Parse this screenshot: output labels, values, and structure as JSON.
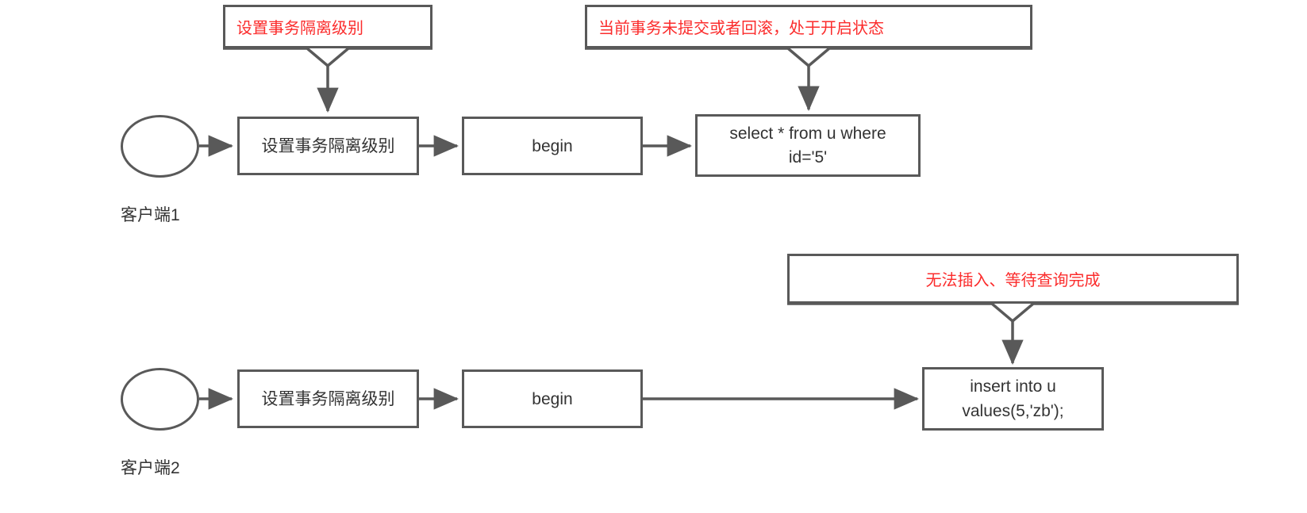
{
  "diagram": {
    "title": "MySQL transaction isolation demo flow",
    "colors": {
      "stroke": "#595959",
      "text": "#333333",
      "callout_text": "#fb2c2c",
      "background": "#ffffff"
    },
    "callouts": [
      {
        "id": "callout-set-isolation",
        "text": "设置事务隔离级别",
        "align": "left"
      },
      {
        "id": "callout-transaction-open",
        "text": "当前事务未提交或者回滚，处于开启状态",
        "align": "left"
      },
      {
        "id": "callout-insert-blocked",
        "text": "无法插入、等待查询完成",
        "align": "center"
      }
    ],
    "lanes": [
      {
        "id": "lane-client1",
        "client_label": "客户端1",
        "start_node": "circle",
        "nodes": [
          {
            "id": "node-c1-set-isolation",
            "lines": [
              "设置事务隔离级别"
            ]
          },
          {
            "id": "node-c1-begin",
            "lines": [
              "begin"
            ]
          },
          {
            "id": "node-c1-select",
            "lines": [
              "select * from u where",
              "id='5'"
            ]
          }
        ]
      },
      {
        "id": "lane-client2",
        "client_label": "客户端2",
        "start_node": "circle",
        "nodes": [
          {
            "id": "node-c2-set-isolation",
            "lines": [
              "设置事务隔离级别"
            ]
          },
          {
            "id": "node-c2-begin",
            "lines": [
              "begin"
            ]
          },
          {
            "id": "node-c2-insert",
            "lines": [
              "insert into u",
              "values(5,'zb');"
            ]
          }
        ]
      }
    ]
  }
}
